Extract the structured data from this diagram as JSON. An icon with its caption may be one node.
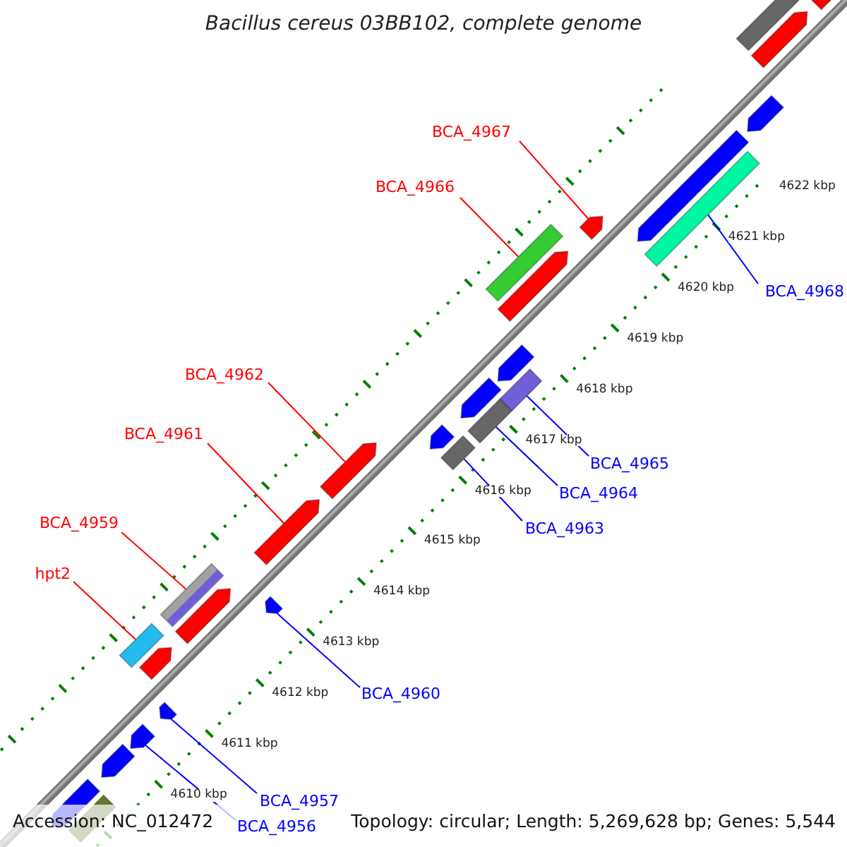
{
  "diagram": {
    "title": "Bacillus cereus 03BB102, complete genome",
    "nodes": [
      {
        "text": [
          "BCA_4967"
        ]
      },
      {
        "text": [
          "BCA_4966"
        ]
      },
      {
        "text": [
          "BCA_4968"
        ]
      },
      {
        "text": [
          "BCA_4962"
        ]
      },
      {
        "text": [
          "BCA_4965"
        ]
      },
      {
        "text": [
          "BCA_4961"
        ]
      },
      {
        "text": [
          "BCA_4964"
        ]
      },
      {
        "text": [
          "BCA_4963"
        ]
      },
      {
        "text": [
          "BCA_4959"
        ]
      },
      {
        "text": [
          "hpt2"
        ]
      },
      {
        "text": [
          "BCA_4960"
        ]
      },
      {
        "text": [
          "BCA_4957"
        ]
      },
      {
        "text": [
          "BCA_4956"
        ]
      },
      {
        "text": [],
        "shape": "bar"
      },
      {
        "text": [],
        "shape": "bar"
      },
      {
        "text": [],
        "shape": "bar"
      },
      {
        "text": [],
        "shape": "bar"
      },
      {
        "text": [],
        "shape": "bar"
      },
      {
        "text": [],
        "shape": "bar"
      },
      {
        "text": [],
        "shape": "bar"
      },
      {
        "text": [],
        "shape": "bar"
      },
      {
        "text": [],
        "shape": "bar"
      },
      {
        "text": [],
        "shape": "bar"
      },
      {
        "text": [],
        "shape": "bar"
      },
      {
        "text": [],
        "shape": "bar"
      },
      {
        "text": [],
        "shape": "bar"
      },
      {
        "text": [],
        "shape": "bar"
      },
      {
        "text": [],
        "shape": "bar"
      },
      {
        "text": [],
        "shape": "bar"
      },
      {
        "text": [],
        "shape": "bar"
      },
      {
        "text": [],
        "shape": "bar"
      },
      {
        "text": [],
        "shape": "bar"
      },
      {
        "text": [],
        "shape": "bar"
      },
      {
        "text": [],
        "shape": "bar"
      },
      {
        "text": [],
        "shape": "bar"
      },
      {
        "text": [],
        "shape": "bar"
      },
      {
        "text": [],
        "shape": "bar"
      },
      {
        "text": [],
        "shape": "bar"
      },
      {
        "text": [],
        "shape": "bar"
      },
      {
        "text": [],
        "shape": "bar"
      }
    ],
    "edges": [
      {
        "from": 0,
        "to": 19,
        "arrow": "none",
        "color": "#ff0000"
      },
      {
        "from": 1,
        "to": 20,
        "arrow": "none",
        "color": "#ff0000"
      },
      {
        "from": 2,
        "to": 18,
        "arrow": "none"
      },
      {
        "from": 3,
        "to": 28,
        "arrow": "none",
        "color": "#ff0000"
      },
      {
        "from": 4,
        "to": 23,
        "arrow": "none"
      },
      {
        "from": 5,
        "to": 29,
        "arrow": "none",
        "color": "#ff0000"
      },
      {
        "from": 6,
        "to": 25,
        "arrow": "none"
      },
      {
        "from": 7,
        "to": 27,
        "arrow": "none"
      },
      {
        "from": 8,
        "to": 31,
        "arrow": "none",
        "color": "#ff0000"
      },
      {
        "from": 9,
        "to": 33,
        "arrow": "none",
        "color": "#ff0000"
      },
      {
        "from": 10,
        "to": 30,
        "arrow": "none"
      },
      {
        "from": 11,
        "to": 35,
        "arrow": "none"
      },
      {
        "from": 12,
        "to": 36,
        "arrow": "none"
      }
    ],
    "labels": [
      "4622 kbp",
      "4621 kbp",
      "4620 kbp",
      "4619 kbp",
      "4618 kbp",
      "4617 kbp",
      "4616 kbp",
      "4615 kbp",
      "4614 kbp",
      "4613 kbp",
      "4612 kbp",
      "4611 kbp",
      "4610 kbp",
      "Accession: NC_012472",
      "Topology: circular; Length: 5,269,628 bp; Genes: 5,544"
    ]
  }
}
